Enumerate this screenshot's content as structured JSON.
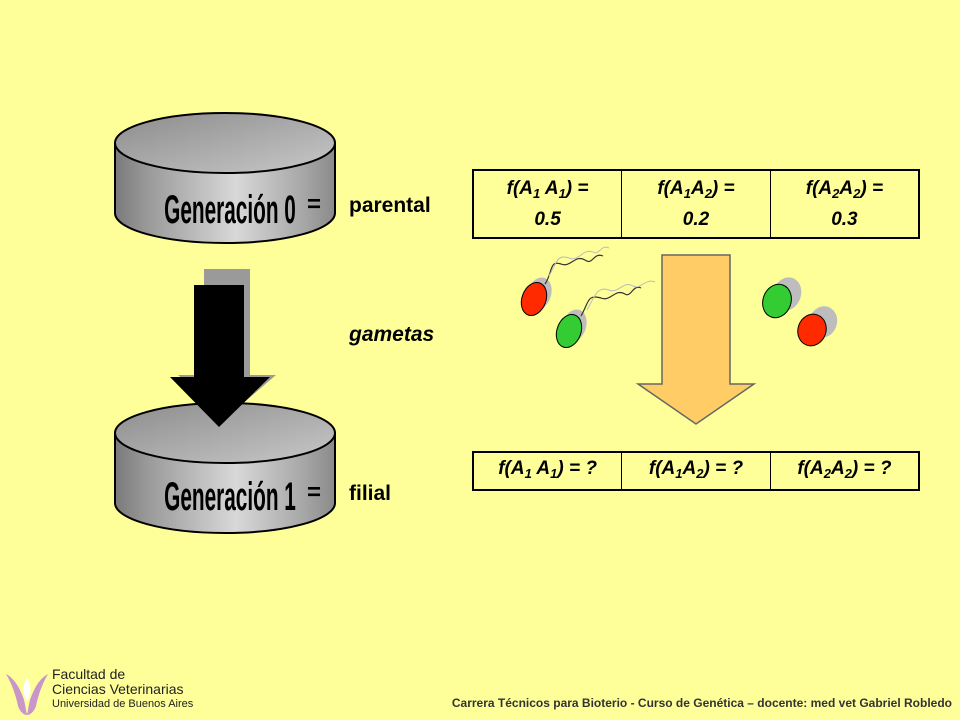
{
  "generations": [
    {
      "label": "Generación 0",
      "equals": "=",
      "side_label": "parental"
    },
    {
      "label": "Generación 1",
      "equals": "=",
      "side_label": "filial"
    }
  ],
  "gametes_label": "gametas",
  "parental_table": [
    {
      "genotype": "A1A1",
      "text": "f(A1 A1) = 0.5",
      "value": 0.5
    },
    {
      "genotype": "A1A2",
      "text": "f(A1A2) = 0.2",
      "value": 0.2
    },
    {
      "genotype": "A2A2",
      "text": "f(A2A2) = 0.3",
      "value": 0.3
    }
  ],
  "filial_table": [
    {
      "genotype": "A1A1",
      "text": "f(A1 A1) = ?"
    },
    {
      "genotype": "A1A2",
      "text": "f(A1A2) = ?"
    },
    {
      "genotype": "A2A2",
      "text": "f(A2A2) = ?"
    }
  ],
  "gamete_colors": {
    "A1": "#FF2A00",
    "A2": "#33CC33"
  },
  "logo": {
    "line1": "Facultad de",
    "line2": "Ciencias Veterinarias",
    "line3": "Universidad de Buenos Aires"
  },
  "footer": "Carrera Técnicos para Bioterio  -  Curso de Genética – docente:  med vet Gabriel Robledo"
}
